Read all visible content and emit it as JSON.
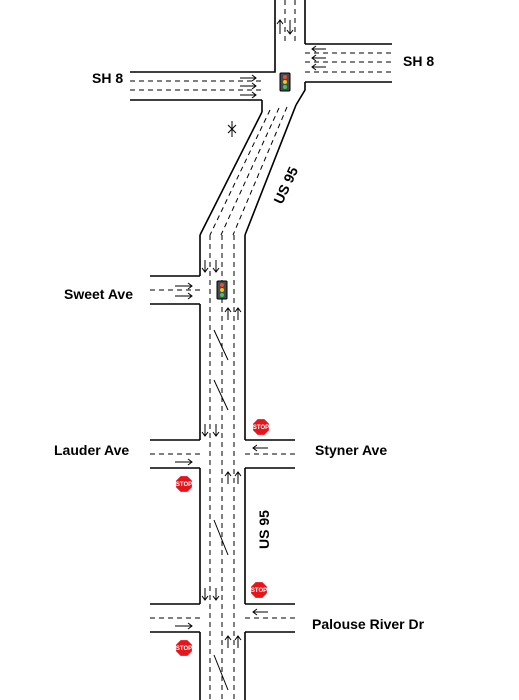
{
  "labels": {
    "sh8_west": "SH 8",
    "sh8_east": "SH 8",
    "us95_north": "US 95",
    "sweet_ave": "Sweet Ave",
    "lauder_ave": "Lauder Ave",
    "styner_ave": "Styner Ave",
    "us95_south": "US 95",
    "palouse_river_dr": "Palouse River Dr"
  },
  "stop_sign_text": "STOP",
  "colors": {
    "road_edge": "#000000",
    "stop_sign": "#e8141c",
    "signal_body": "#4a4a4a",
    "signal_lamp": "#e74c3c",
    "signal_lamp_yellow": "#f1c40f",
    "signal_lamp_green": "#2ecc71"
  },
  "icons": [
    "traffic-signal-icon",
    "stop-sign-icon",
    "north-arrow-icon"
  ]
}
